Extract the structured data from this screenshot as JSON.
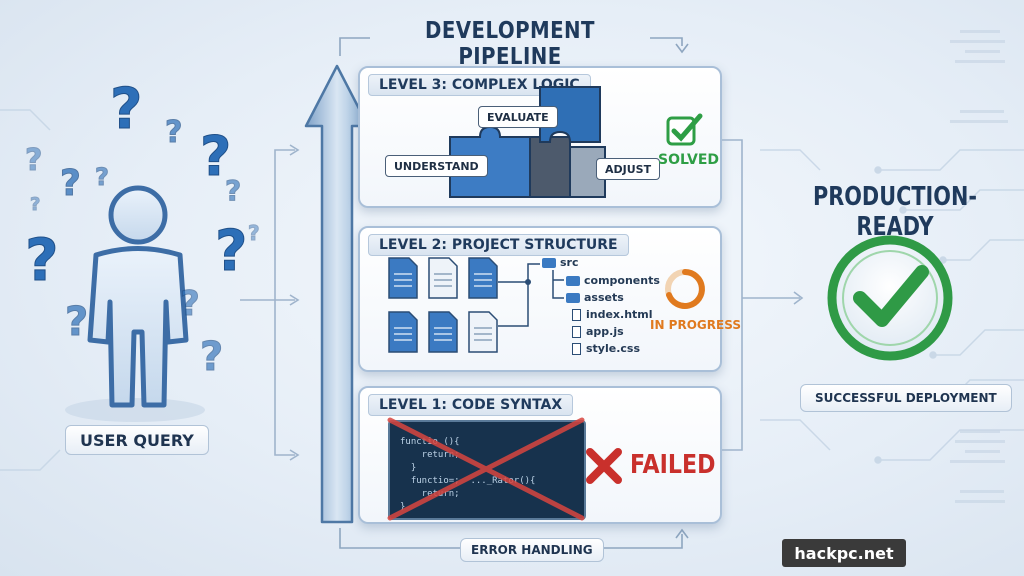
{
  "title": "DEVELOPMENT PIPELINE",
  "user": {
    "label": "USER QUERY"
  },
  "level3": {
    "title": "LEVEL 3: COMPLEX LOGIC",
    "tags": {
      "evaluate": "EVALUATE",
      "understand": "UNDERSTAND",
      "adjust": "ADJUST"
    },
    "status": "SOLVED",
    "status_color": "#2e9e45"
  },
  "level2": {
    "title": "LEVEL 2: PROJECT STRUCTURE",
    "tree": {
      "root": "src",
      "components": "components",
      "assets": "assets",
      "index": "index.html",
      "app": "app.js",
      "style": "style.css"
    },
    "status": "IN PROGRESS",
    "status_color": "#e07a1f"
  },
  "level1": {
    "title": "LEVEL 1: CODE SYNTAX",
    "code": [
      "functio (){",
      "    return;",
      "  }",
      "  functio=;  ..._Rator(){",
      "    return;",
      "}"
    ],
    "status": "FAILED",
    "status_color": "#c9302c"
  },
  "error_handling": "ERROR HANDLING",
  "result": {
    "title": "PRODUCTION-READY",
    "label": "SUCCESSFUL DEPLOYMENT",
    "accent": "#2f9a46"
  },
  "watermark": "hackpc.net",
  "colors": {
    "primary": "#1f3a5c",
    "blue": "#2f6fb5"
  }
}
